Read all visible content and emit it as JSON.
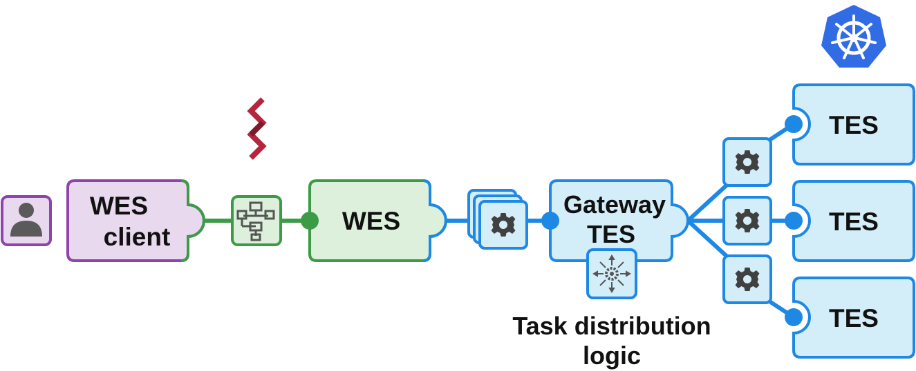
{
  "nodes": {
    "wes_client": {
      "line1": "WES",
      "line2": "client"
    },
    "wes": {
      "label": "WES"
    },
    "gateway_tes": {
      "line1": "Gateway",
      "line2": "TES"
    },
    "tes_top": {
      "label": "TES"
    },
    "tes_middle": {
      "label": "TES"
    },
    "tes_bottom": {
      "label": "TES"
    }
  },
  "annotations": {
    "task_distribution_line1": "Task distribution",
    "task_distribution_line2": "logic"
  },
  "colors": {
    "purple_stroke": "#8e44ad",
    "purple_fill": "#e8d9ef",
    "green_stroke": "#3c9b46",
    "green_fill": "#dcf0dc",
    "blue_stroke": "#1e88e5",
    "blue_fill": "#d4eef9",
    "gear": "#404040",
    "user_icon": "#5a5a5a",
    "zigzag": "#b3263e",
    "kubernetes": "#326ce5"
  },
  "icons": [
    "user-icon",
    "workflow-icon",
    "zigzag-icon",
    "gear-icon",
    "distribution-icon",
    "kubernetes-icon"
  ]
}
